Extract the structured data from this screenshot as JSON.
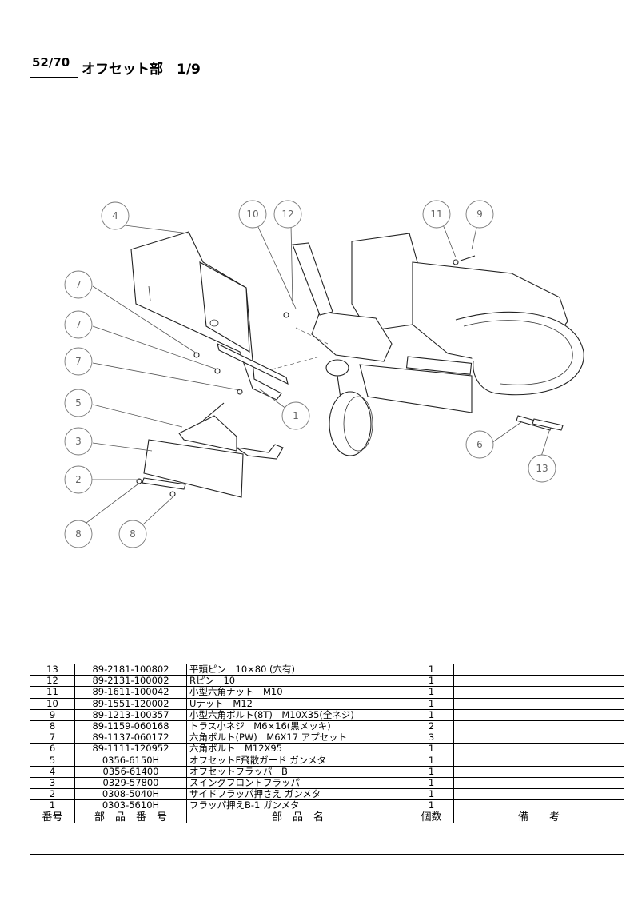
{
  "header": {
    "page_number": "52/70",
    "title": "オフセット部　1/9"
  },
  "diagram": {
    "callouts": [
      "4",
      "10",
      "12",
      "11",
      "9",
      "7",
      "7",
      "7",
      "1",
      "5",
      "3",
      "2",
      "8",
      "8",
      "6",
      "13"
    ]
  },
  "table": {
    "headers": {
      "no": "番号",
      "code": "部　品　番　号",
      "name": "部　品　名",
      "qty": "個数",
      "remarks": "備　　考"
    },
    "rows": [
      {
        "no": "13",
        "code": "89-2181-100802",
        "name": "平頭ピン　10×80 (穴有)",
        "qty": "1",
        "remarks": ""
      },
      {
        "no": "12",
        "code": "89-2131-100002",
        "name": "Rピン　10",
        "qty": "1",
        "remarks": ""
      },
      {
        "no": "11",
        "code": "89-1611-100042",
        "name": "小型六角ナット　M10",
        "qty": "1",
        "remarks": ""
      },
      {
        "no": "10",
        "code": "89-1551-120002",
        "name": "Uナット　M12",
        "qty": "1",
        "remarks": ""
      },
      {
        "no": "9",
        "code": "89-1213-100357",
        "name": "小型六角ボルト(8T)　M10X35(全ネジ)",
        "qty": "1",
        "remarks": ""
      },
      {
        "no": "8",
        "code": "89-1159-060168",
        "name": "トラス小ネジ　M6×16(黒メッキ)",
        "qty": "2",
        "remarks": ""
      },
      {
        "no": "7",
        "code": "89-1137-060172",
        "name": "六角ボルト(PW)　M6X17 アプセット",
        "qty": "3",
        "remarks": ""
      },
      {
        "no": "6",
        "code": "89-1111-120952",
        "name": "六角ボルト　M12X95",
        "qty": "1",
        "remarks": ""
      },
      {
        "no": "5",
        "code": "0356-6150H",
        "name": "オフセットF飛散ガード ガンメタ",
        "qty": "1",
        "remarks": ""
      },
      {
        "no": "4",
        "code": "0356-61400",
        "name": "オフセットフラッパーB",
        "qty": "1",
        "remarks": ""
      },
      {
        "no": "3",
        "code": "0329-57800",
        "name": "スイングフロントフラッパ",
        "qty": "1",
        "remarks": ""
      },
      {
        "no": "2",
        "code": "0308-5040H",
        "name": "サイドフラッパ押さえ ガンメタ",
        "qty": "1",
        "remarks": ""
      },
      {
        "no": "1",
        "code": "0303-5610H",
        "name": "フラッパ押えB-1 ガンメタ",
        "qty": "1",
        "remarks": ""
      }
    ]
  }
}
